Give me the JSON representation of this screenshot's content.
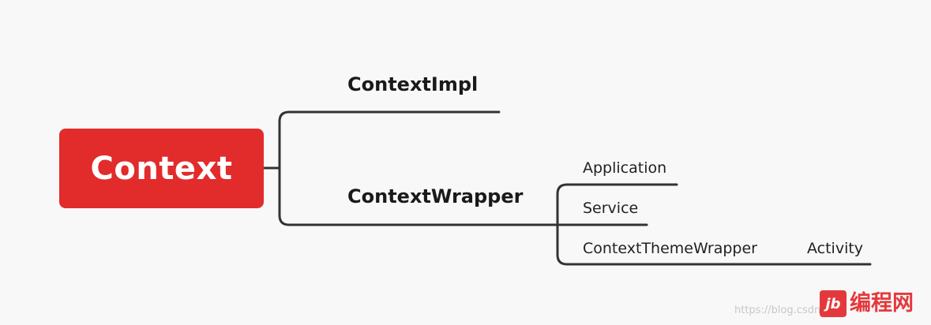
{
  "diagram": {
    "root": {
      "label": "Context"
    },
    "children": [
      {
        "label": "ContextImpl"
      },
      {
        "label": "ContextWrapper",
        "children": [
          {
            "label": "Application"
          },
          {
            "label": "Service"
          },
          {
            "label": "ContextThemeWrapper",
            "children": [
              {
                "label": "Activity"
              }
            ]
          }
        ]
      }
    ]
  },
  "watermark": {
    "url": "https://blog.csdn",
    "logo_text": "jb",
    "brand": "编程网"
  },
  "colors": {
    "root_fill": "#e22b2b",
    "line": "#333333",
    "background": "#f8f8f8",
    "watermark_red": "#e4393c"
  }
}
